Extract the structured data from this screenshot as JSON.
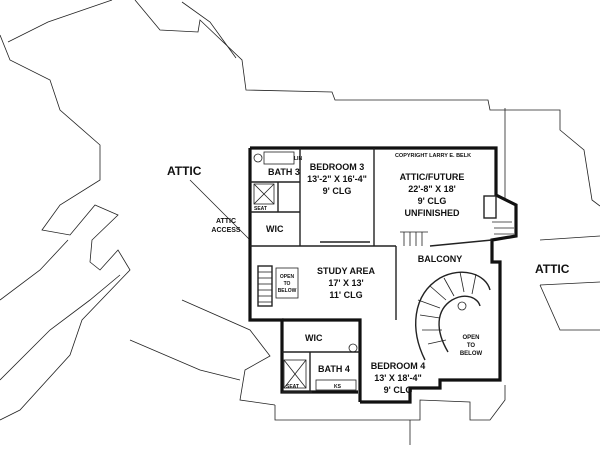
{
  "rooms": {
    "attic_left": "ATTIC",
    "attic_right": "ATTIC",
    "attic_access": [
      "ATTIC",
      "ACCESS"
    ],
    "bath3": "BATH 3",
    "lin": "LIN",
    "seat_upper": "SEAT",
    "wic_upper": "WIC",
    "bedroom3": [
      "BEDROOM 3",
      "13'-2\" X 16'-4\"",
      "9' CLG"
    ],
    "copyright": "COPYRIGHT LARRY E. BELK",
    "attic_future": [
      "ATTIC/FUTURE",
      "22'-8\" X 18'",
      "9' CLG",
      "UNFINISHED"
    ],
    "open_below_left": [
      "OPEN",
      "TO",
      "BELOW"
    ],
    "study": [
      "STUDY AREA",
      "17' X 13'",
      "11' CLG"
    ],
    "balcony": "BALCONY",
    "open_below_right": [
      "OPEN",
      "TO",
      "BELOW"
    ],
    "wic_lower": "WIC",
    "bath4": "BATH 4",
    "seat_lower": "SEAT",
    "ks": "KS",
    "bedroom4": [
      "BEDROOM 4",
      "13' X 18'-4\"",
      "9' CLG"
    ]
  },
  "colors": {
    "ink": "#111111",
    "paper": "#ffffff"
  }
}
